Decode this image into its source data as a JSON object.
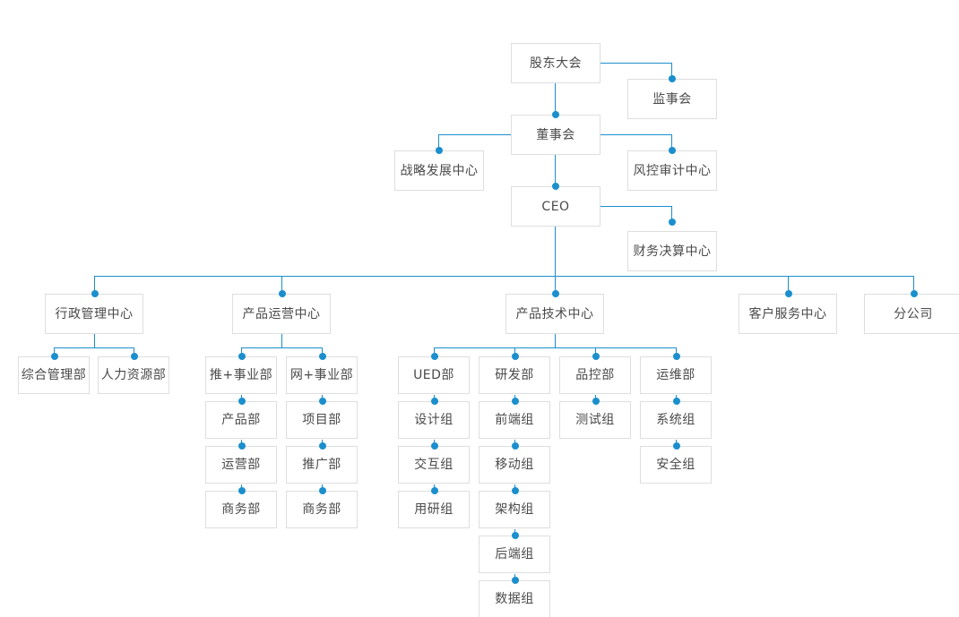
{
  "chart_title": "",
  "theme": {
    "connector_color": "#1b8fcd",
    "box_border_color": "#dedede",
    "box_background": "#ffffff",
    "text_color": "#4a4a4a",
    "page_background": "#ffffff"
  },
  "nodes": {
    "shareholders_meeting": "股东大会",
    "supervisory_board": "监事会",
    "board_of_directors": "董事会",
    "strategy_development_center": "战略发展中心",
    "risk_audit_center": "风控审计中心",
    "ceo": "CEO",
    "finance_settlement_center": "财务决算中心",
    "admin_management_center": "行政管理中心",
    "product_operations_center": "产品运营中心",
    "product_technology_center": "产品技术中心",
    "customer_service_center": "客户服务中心",
    "branch_company": "分公司",
    "general_management_dept": "综合管理部",
    "human_resources_dept": "人力资源部",
    "tui_business_unit": "推+事业部",
    "wang_business_unit": "网+事业部",
    "product_dept": "产品部",
    "project_dept": "项目部",
    "operations_dept": "运营部",
    "promotion_dept": "推广部",
    "business_dept_a": "商务部",
    "business_dept_b": "商务部",
    "ued_dept": "UED部",
    "rd_dept": "研发部",
    "qa_dept": "品控部",
    "ops_maintenance_dept": "运维部",
    "design_group": "设计组",
    "frontend_group": "前端组",
    "test_group": "测试组",
    "system_group": "系统组",
    "interaction_group": "交互组",
    "mobile_group": "移动组",
    "security_group": "安全组",
    "user_research_group": "用研组",
    "architecture_group": "架构组",
    "backend_group": "后端组",
    "data_group": "数据组"
  },
  "hierarchy": {
    "root": "股东大会",
    "levels": [
      {
        "level": 1,
        "items": [
          "股东大会"
        ]
      },
      {
        "level": 2,
        "items": [
          "监事会",
          "董事会"
        ]
      },
      {
        "level": 3,
        "items": [
          "战略发展中心",
          "风控审计中心",
          "CEO"
        ]
      },
      {
        "level": 4,
        "items": [
          "财务决算中心"
        ]
      },
      {
        "level": 5,
        "items": [
          "行政管理中心",
          "产品运营中心",
          "产品技术中心",
          "客户服务中心",
          "分公司"
        ]
      },
      {
        "level": 6,
        "items": [
          "综合管理部",
          "人力资源部",
          "推+事业部",
          "网+事业部",
          "UED部",
          "研发部",
          "品控部",
          "运维部"
        ]
      },
      {
        "level": 7,
        "items": [
          "产品部",
          "项目部",
          "设计组",
          "前端组",
          "测试组",
          "系统组"
        ]
      },
      {
        "level": 8,
        "items": [
          "运营部",
          "推广部",
          "交互组",
          "移动组",
          "安全组"
        ]
      },
      {
        "level": 9,
        "items": [
          "商务部",
          "商务部",
          "用研组",
          "架构组"
        ]
      },
      {
        "level": 10,
        "items": [
          "后端组"
        ]
      },
      {
        "level": 11,
        "items": [
          "数据组"
        ]
      }
    ],
    "edges": [
      [
        "股东大会",
        "监事会"
      ],
      [
        "股东大会",
        "董事会"
      ],
      [
        "董事会",
        "战略发展中心"
      ],
      [
        "董事会",
        "风控审计中心"
      ],
      [
        "董事会",
        "CEO"
      ],
      [
        "CEO",
        "财务决算中心"
      ],
      [
        "CEO",
        "行政管理中心"
      ],
      [
        "CEO",
        "产品运营中心"
      ],
      [
        "CEO",
        "产品技术中心"
      ],
      [
        "CEO",
        "客户服务中心"
      ],
      [
        "CEO",
        "分公司"
      ],
      [
        "行政管理中心",
        "综合管理部"
      ],
      [
        "行政管理中心",
        "人力资源部"
      ],
      [
        "产品运营中心",
        "推+事业部"
      ],
      [
        "产品运营中心",
        "网+事业部"
      ],
      [
        "推+事业部",
        "产品部"
      ],
      [
        "产品部",
        "运营部"
      ],
      [
        "运营部",
        "商务部"
      ],
      [
        "网+事业部",
        "项目部"
      ],
      [
        "项目部",
        "推广部"
      ],
      [
        "推广部",
        "商务部"
      ],
      [
        "产品技术中心",
        "UED部"
      ],
      [
        "产品技术中心",
        "研发部"
      ],
      [
        "产品技术中心",
        "品控部"
      ],
      [
        "产品技术中心",
        "运维部"
      ],
      [
        "UED部",
        "设计组"
      ],
      [
        "设计组",
        "交互组"
      ],
      [
        "交互组",
        "用研组"
      ],
      [
        "研发部",
        "前端组"
      ],
      [
        "前端组",
        "移动组"
      ],
      [
        "移动组",
        "架构组"
      ],
      [
        "架构组",
        "后端组"
      ],
      [
        "后端组",
        "数据组"
      ],
      [
        "品控部",
        "测试组"
      ],
      [
        "运维部",
        "系统组"
      ],
      [
        "系统组",
        "安全组"
      ]
    ]
  }
}
